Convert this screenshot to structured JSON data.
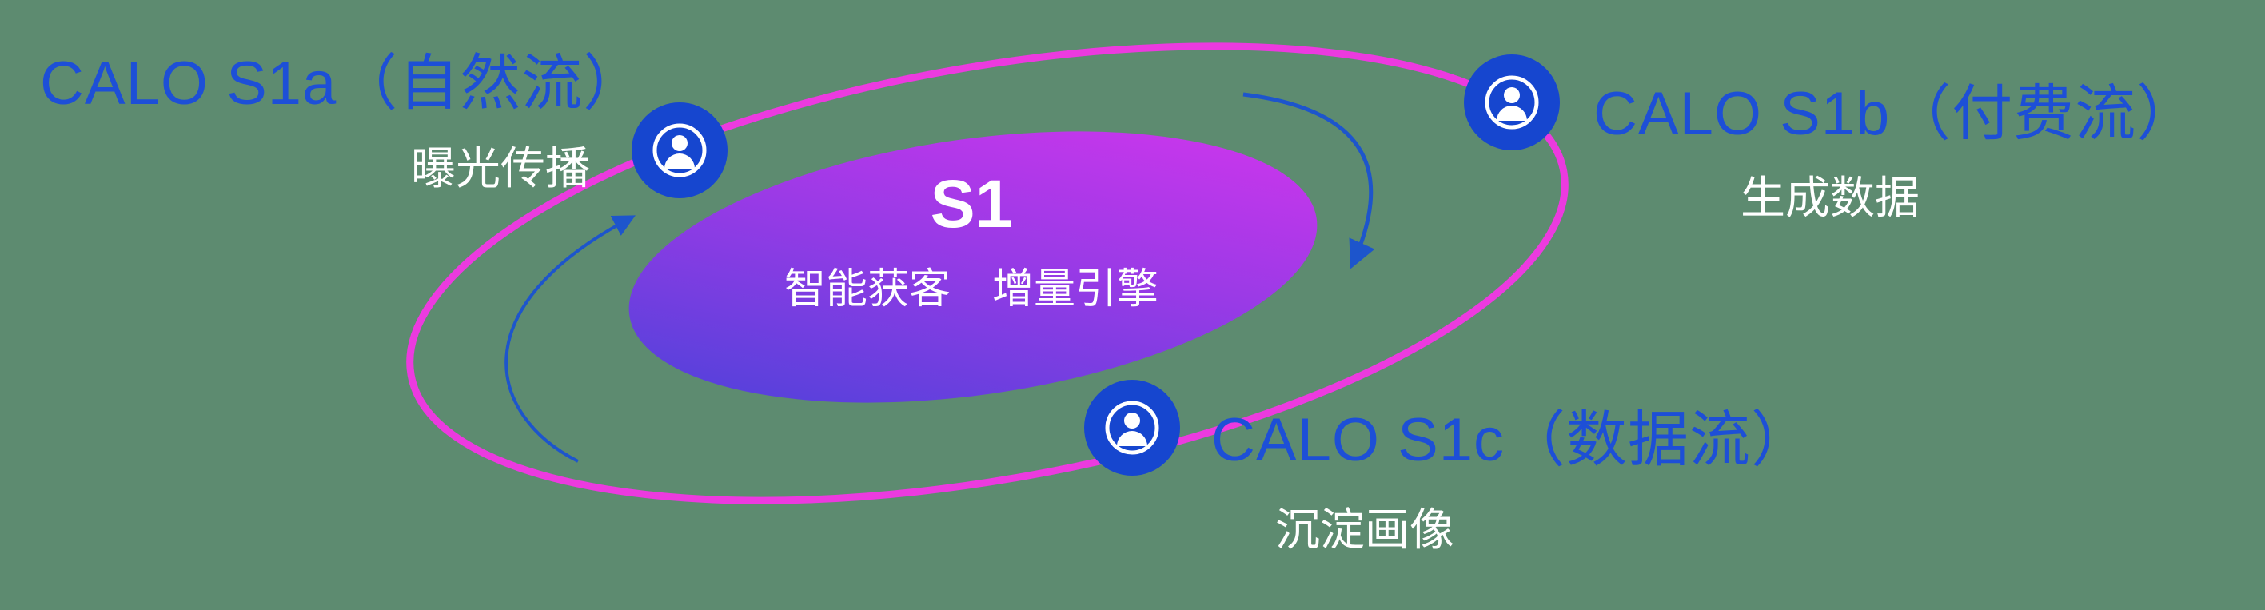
{
  "diagram": {
    "background_color": "#5d8b70",
    "colors": {
      "label_blue": "#1d4fd7",
      "subtitle_white": "#ffffff",
      "orbit_ring_magenta": "#ec3adf",
      "core_gradient_start": "#4343d8",
      "core_gradient_end": "#d935ee",
      "icon_blue": "#1646cf",
      "arrow_blue": "#1d55cc"
    },
    "core": {
      "title": "S1",
      "subtitle": "智能获客　增量引擎"
    },
    "nodes": {
      "s1a": {
        "title": "CALO S1a（自然流）",
        "subtitle": "曝光传播",
        "icon": "user-icon"
      },
      "s1b": {
        "title": "CALO S1b（付费流）",
        "subtitle": "生成数据",
        "icon": "user-icon"
      },
      "s1c": {
        "title": "CALO S1c（数据流）",
        "subtitle": "沉淀画像",
        "icon": "user-icon"
      }
    }
  }
}
